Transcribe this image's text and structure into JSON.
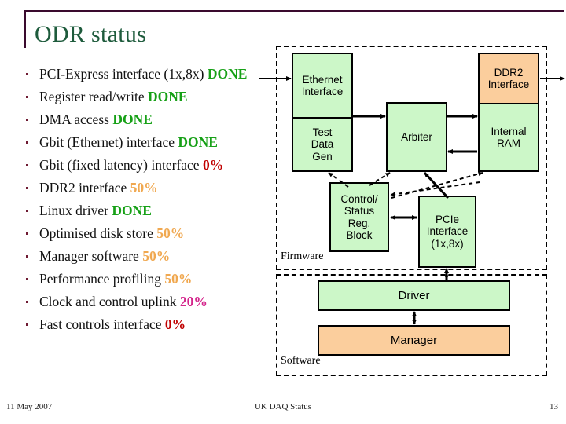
{
  "slide": {
    "title": "ODR status",
    "accent_rule_color": "#3A0A2E",
    "title_color": "#1E5B3C"
  },
  "bullets": [
    {
      "text": "PCI-Express interface (1x,8x)",
      "status": "DONE",
      "status_kind": "done"
    },
    {
      "text": "Register read/write",
      "status": "DONE",
      "status_kind": "done"
    },
    {
      "text": "DMA access",
      "status": "DONE",
      "status_kind": "done"
    },
    {
      "text": "Gbit (Ethernet) interface",
      "status": "DONE",
      "status_kind": "done"
    },
    {
      "text": "Gbit (fixed latency) interface",
      "status": "0%",
      "status_kind": "zero"
    },
    {
      "text": "DDR2 interface",
      "status": "50%",
      "status_kind": "half"
    },
    {
      "text": "Linux driver",
      "status": "DONE",
      "status_kind": "done"
    },
    {
      "text": "Optimised disk store",
      "status": "50%",
      "status_kind": "half"
    },
    {
      "text": "Manager software",
      "status": "50%",
      "status_kind": "half"
    },
    {
      "text": "Performance profiling",
      "status": "50%",
      "status_kind": "half"
    },
    {
      "text": "Clock and control uplink",
      "status": "20%",
      "status_kind": "twenty"
    },
    {
      "text": "Fast controls interface",
      "status": "0%",
      "status_kind": "zero"
    }
  ],
  "status_colors": {
    "done": "#16A016",
    "half": "#F0A850",
    "twenty": "#D4268C",
    "zero": "#C00000"
  },
  "diagram": {
    "zones": {
      "firmware_label": "Firmware",
      "software_label": "Software"
    },
    "colors": {
      "green": "#CCF7C8",
      "orange": "#FBCE9D",
      "outline": "#000000"
    },
    "blocks": {
      "ethernet_interface": {
        "line1": "Ethernet",
        "line2": "Interface",
        "fill": "green"
      },
      "test_data_gen": {
        "line1": "Test",
        "line2": "Data",
        "line3": "Gen",
        "fill": "green"
      },
      "arbiter": {
        "line1": "Arbiter",
        "fill": "green"
      },
      "ddr2_interface": {
        "line1": "DDR2",
        "line2": "Interface",
        "fill": "orange"
      },
      "internal_ram": {
        "line1": "Internal",
        "line2": "RAM",
        "fill": "green"
      },
      "control_status_reg_block": {
        "line1": "Control/",
        "line2": "Status",
        "line3": "Reg.",
        "line4": "Block",
        "fill": "green"
      },
      "pcie_interface": {
        "line1": "PCIe",
        "line2": "Interface",
        "line3": "(1x,8x)",
        "fill": "green"
      },
      "driver": {
        "line1": "Driver",
        "fill": "green"
      },
      "manager": {
        "line1": "Manager",
        "fill": "orange"
      }
    }
  },
  "footer": {
    "date": "11 May 2007",
    "center": "UK DAQ Status",
    "page": "13"
  }
}
